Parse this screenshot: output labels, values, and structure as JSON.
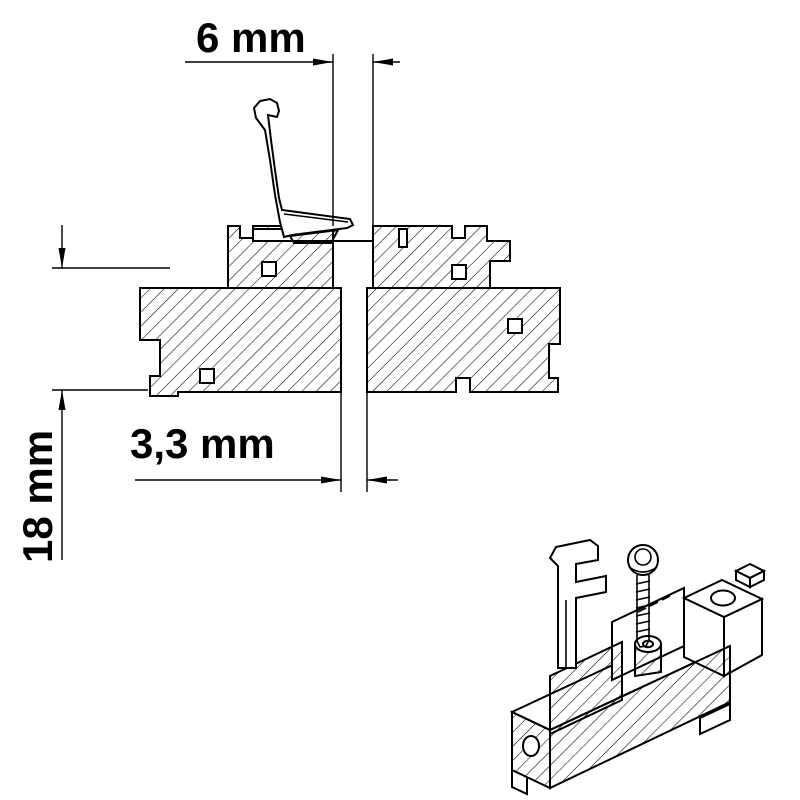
{
  "colors": {
    "ink": "#000000",
    "paper": "#ffffff"
  },
  "dimensions": {
    "top_width": {
      "label": "6 mm"
    },
    "height": {
      "label": "18 mm"
    },
    "slot_width": {
      "label": "3,3 mm"
    }
  }
}
